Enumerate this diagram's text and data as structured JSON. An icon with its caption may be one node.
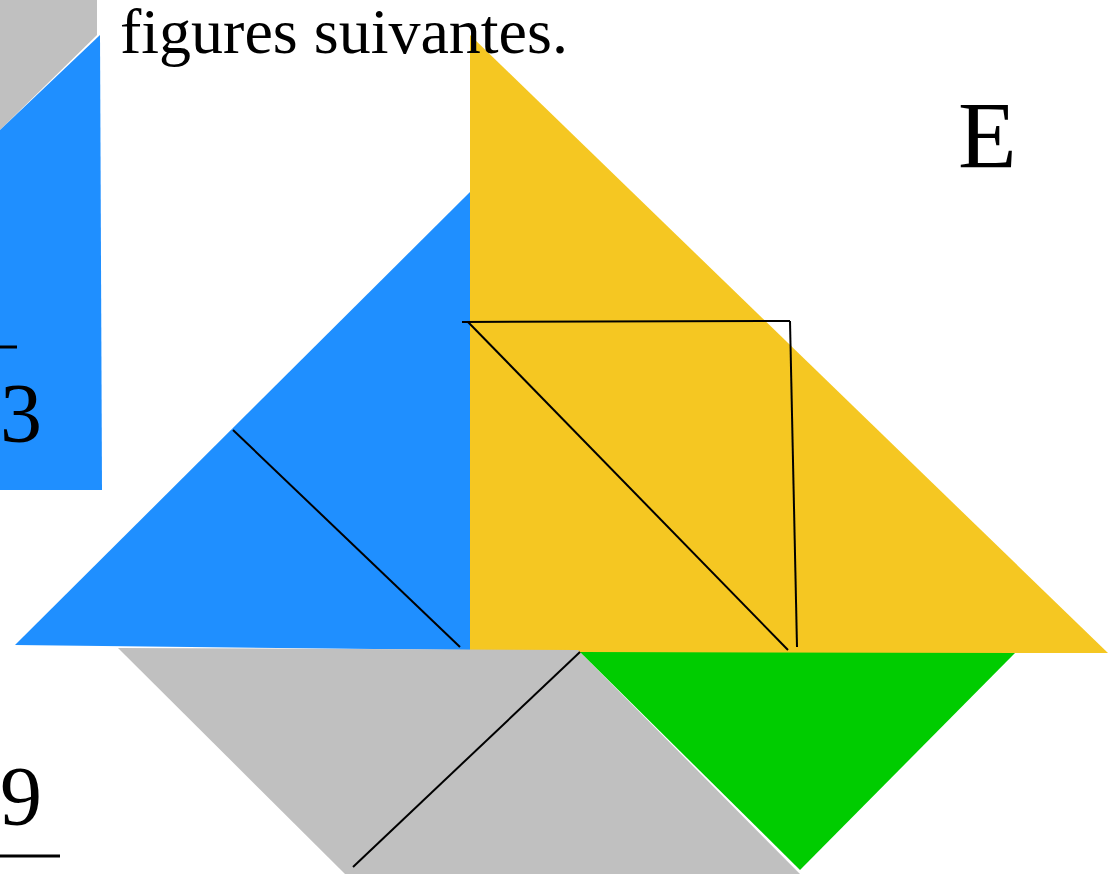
{
  "diagram": {
    "labels": [
      "figures suivantes.",
      "E",
      "3",
      "9"
    ]
  }
}
